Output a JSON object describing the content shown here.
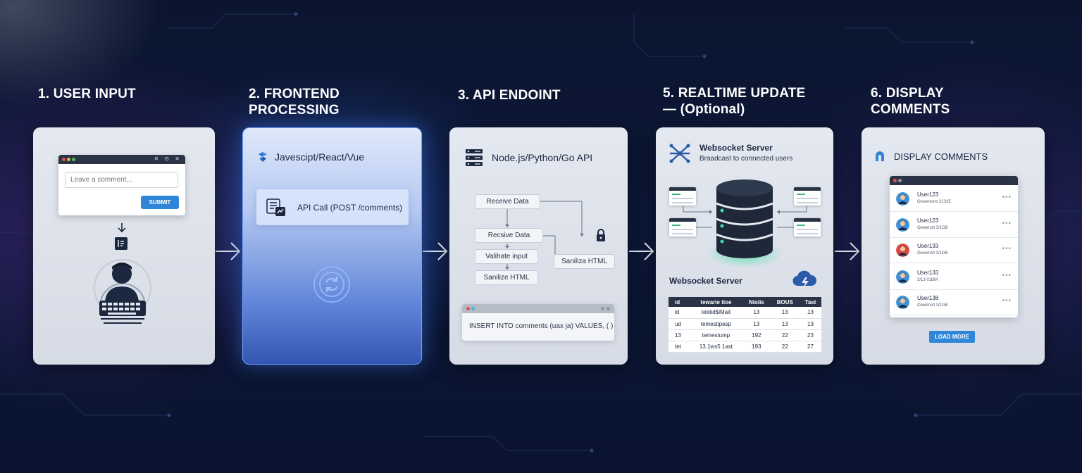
{
  "steps": [
    {
      "title": "1. USER INPUT"
    },
    {
      "title": "2. FRONTEND\nPROCESSING"
    },
    {
      "title": "3. API ENDOINT"
    },
    {
      "title": "5. REALTIME UPDATE\n— (Optional)"
    },
    {
      "title": "6. DISPLAY\nCOMMENTS"
    }
  ],
  "user_input": {
    "window_controls": "✕ ⊙ ✕",
    "placeholder": "Leave a comment...",
    "submit_label": "SUBMIT"
  },
  "frontend": {
    "framework_label": "Javescipt/React/Vue",
    "api_call_label": "API Call (POST /comments)"
  },
  "api": {
    "header": "Node.js/Python/Go API",
    "flow": [
      "Receive Data",
      "Recsive Data",
      "Valihate input",
      "Sanilize HTML",
      "Saniliza HTML"
    ],
    "sql": "INSERT INTO comments (uax ja) VALUES, (   )"
  },
  "realtime": {
    "title": "Websocket Server",
    "subtitle": "Braadcast to connected users",
    "section_label": "Websocket Server",
    "table": {
      "headers": [
        "id",
        "tewarie tioe",
        "Nioiis",
        "BOUS",
        "Tast"
      ],
      "rows": [
        [
          "id",
          "teiiiiid$iMait",
          "13",
          "13",
          "13"
        ],
        [
          "ud",
          "temestipesp",
          "13",
          "13",
          "13"
        ],
        [
          "13",
          "temestump",
          "192",
          "22",
          "23"
        ],
        [
          "tet",
          "13.1ws5 1ast",
          "193",
          "22",
          "27"
        ]
      ]
    }
  },
  "display": {
    "header": "DISPLAY COMMENTS",
    "comments": [
      {
        "user": "User123",
        "meta": "Oswenvins 31335",
        "avatar_color": "#3f8fd6"
      },
      {
        "user": "User123",
        "meta": "Oewenslt 3/1GB",
        "avatar_color": "#3f8fd6"
      },
      {
        "user": "User133",
        "meta": "Oewenslt 3/1GB",
        "avatar_color": "#d8483f"
      },
      {
        "user": "User133",
        "meta": "3/13 01BM",
        "avatar_color": "#3f8fd6"
      },
      {
        "user": "User138",
        "meta": "Oewenslt 3/1GB",
        "avatar_color": "#3f8fd6"
      }
    ],
    "load_more_label": "LOAD MGRE"
  },
  "colors": {
    "accent_blue": "#2f86d8",
    "db_green_glow": "#3fe0a8",
    "background_navy": "#0b1530"
  }
}
